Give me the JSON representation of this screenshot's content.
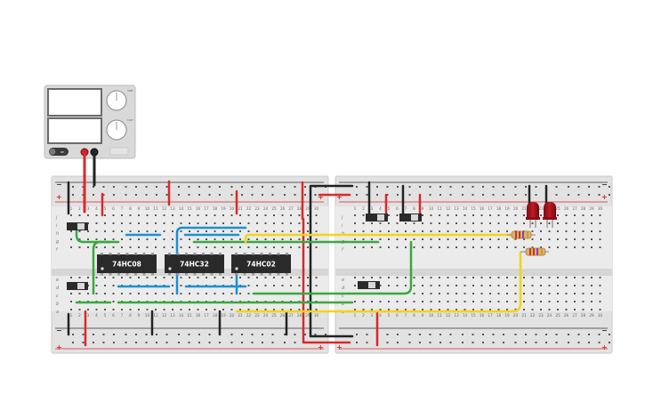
{
  "power_supply": {
    "switch_label": "on",
    "knob_labels": [
      "volt",
      "curr"
    ]
  },
  "chips": [
    {
      "label": "74HC08"
    },
    {
      "label": "74HC32"
    },
    {
      "label": "74HC02"
    }
  ],
  "breadboard": {
    "rail_plus": "+",
    "rail_minus": "−",
    "row_letters_top": [
      "j",
      "i",
      "h",
      "g",
      "f"
    ],
    "row_letters_bottom": [
      "e",
      "d",
      "c",
      "b",
      "a"
    ]
  },
  "colors": {
    "wire_red": "#d8292b",
    "wire_black": "#222222",
    "wire_green": "#3aa83e",
    "wire_blue": "#1d8fd1",
    "wire_yellow": "#f3d31b",
    "led_red": "#b3121c",
    "chip": "#2a2a2a",
    "board": "#e4e4e4"
  }
}
